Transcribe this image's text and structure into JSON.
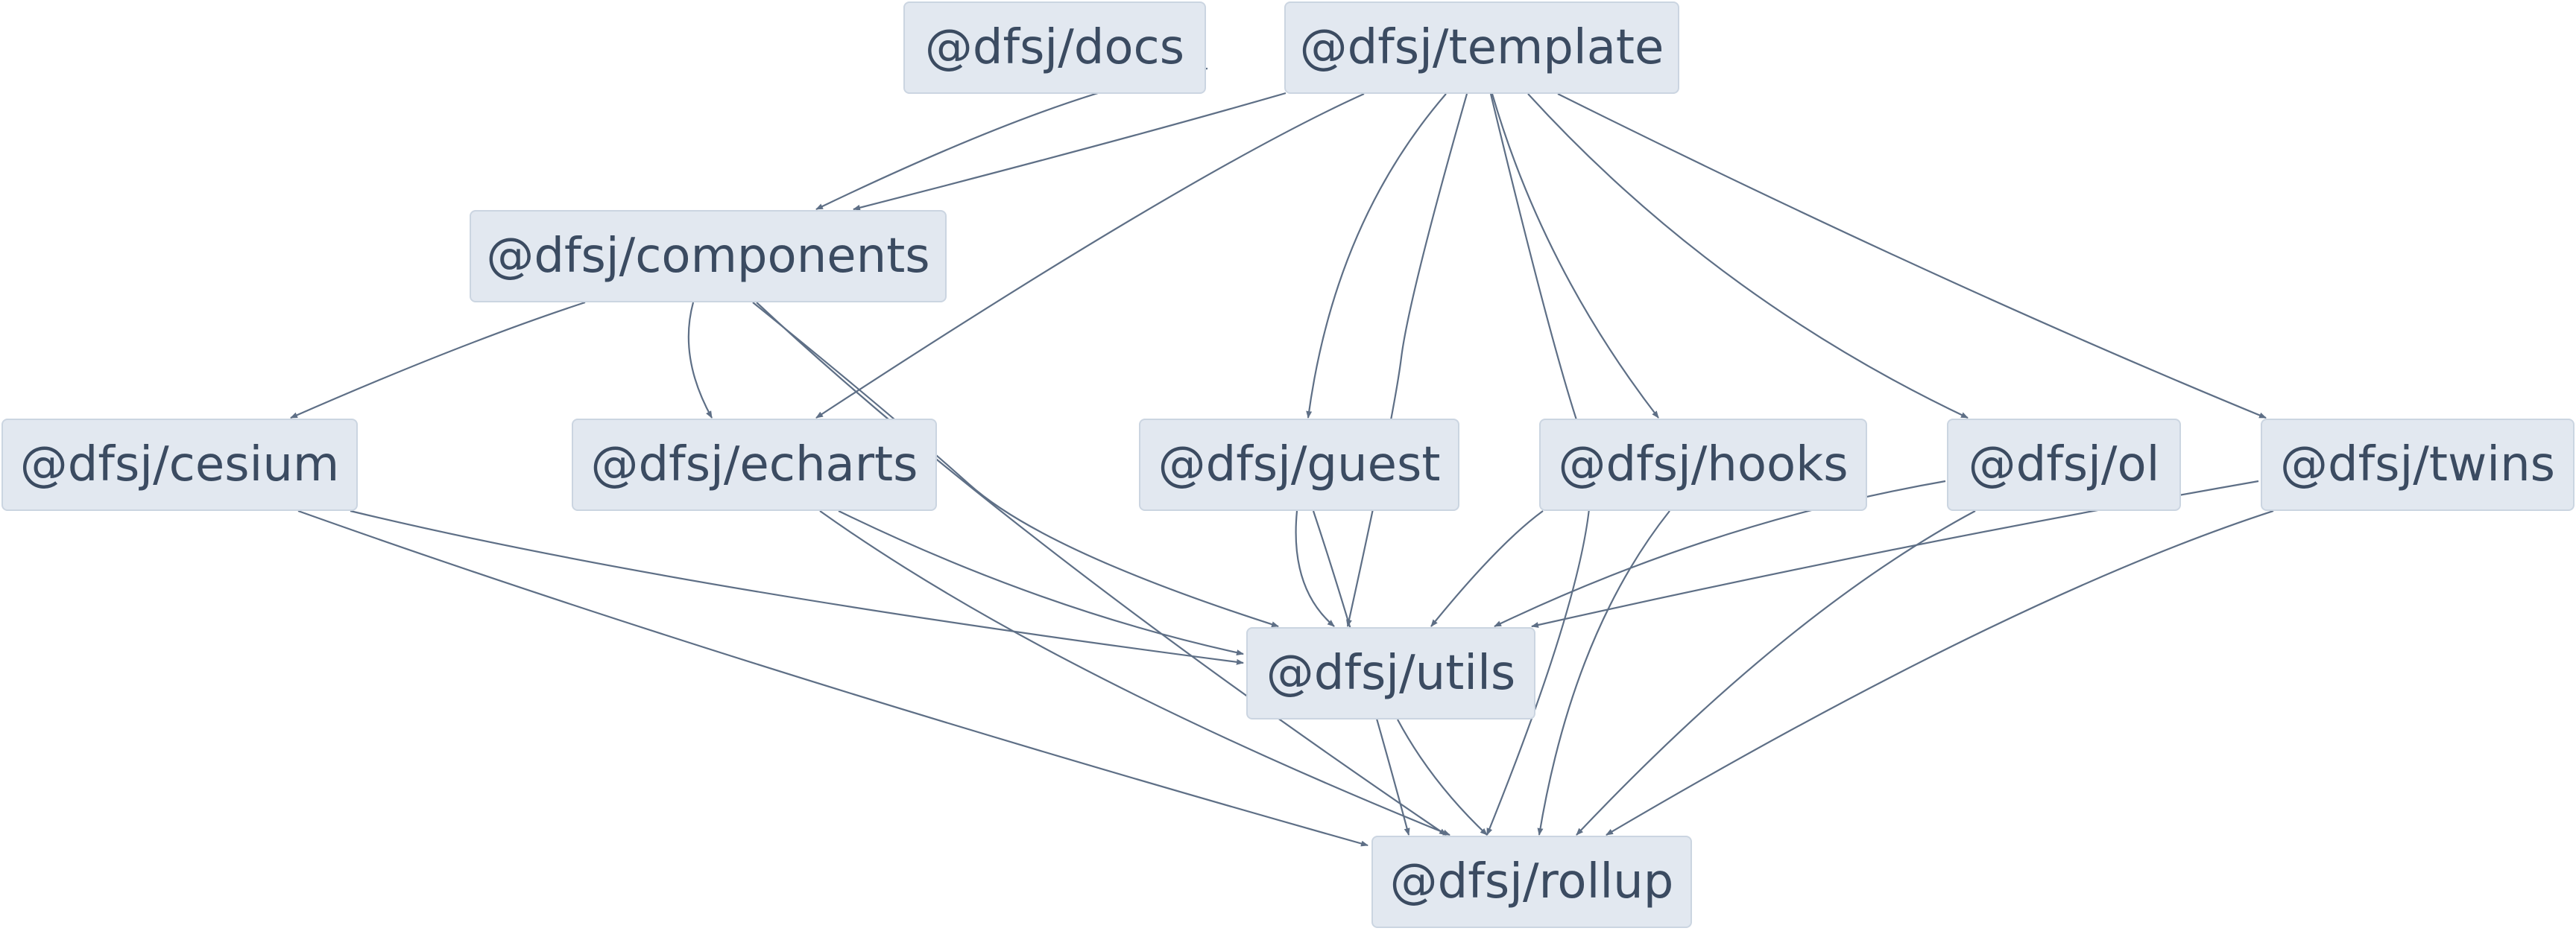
{
  "colors": {
    "node_fill": "#e2e8f0",
    "node_border": "#cbd5e1",
    "node_text": "#3b4b61",
    "edge": "#5e6f86",
    "background": "#ffffff"
  },
  "nodes": {
    "docs": "@dfsj/docs",
    "template": "@dfsj/template",
    "components": "@dfsj/components",
    "cesium": "@dfsj/cesium",
    "echarts": "@dfsj/echarts",
    "guest": "@dfsj/guest",
    "hooks": "@dfsj/hooks",
    "ol": "@dfsj/ol",
    "twins": "@dfsj/twins",
    "utils": "@dfsj/utils",
    "rollup": "@dfsj/rollup"
  },
  "edges": [
    [
      "docs",
      "components"
    ],
    [
      "template",
      "components"
    ],
    [
      "template",
      "echarts"
    ],
    [
      "template",
      "guest"
    ],
    [
      "template",
      "hooks"
    ],
    [
      "template",
      "ol"
    ],
    [
      "template",
      "twins"
    ],
    [
      "template",
      "utils"
    ],
    [
      "template",
      "rollup"
    ],
    [
      "components",
      "cesium"
    ],
    [
      "components",
      "echarts"
    ],
    [
      "components",
      "utils"
    ],
    [
      "components",
      "rollup"
    ],
    [
      "cesium",
      "utils"
    ],
    [
      "cesium",
      "rollup"
    ],
    [
      "echarts",
      "utils"
    ],
    [
      "echarts",
      "rollup"
    ],
    [
      "guest",
      "utils"
    ],
    [
      "guest",
      "rollup"
    ],
    [
      "hooks",
      "utils"
    ],
    [
      "hooks",
      "rollup"
    ],
    [
      "ol",
      "utils"
    ],
    [
      "ol",
      "rollup"
    ],
    [
      "twins",
      "utils"
    ],
    [
      "twins",
      "rollup"
    ],
    [
      "utils",
      "rollup"
    ]
  ]
}
